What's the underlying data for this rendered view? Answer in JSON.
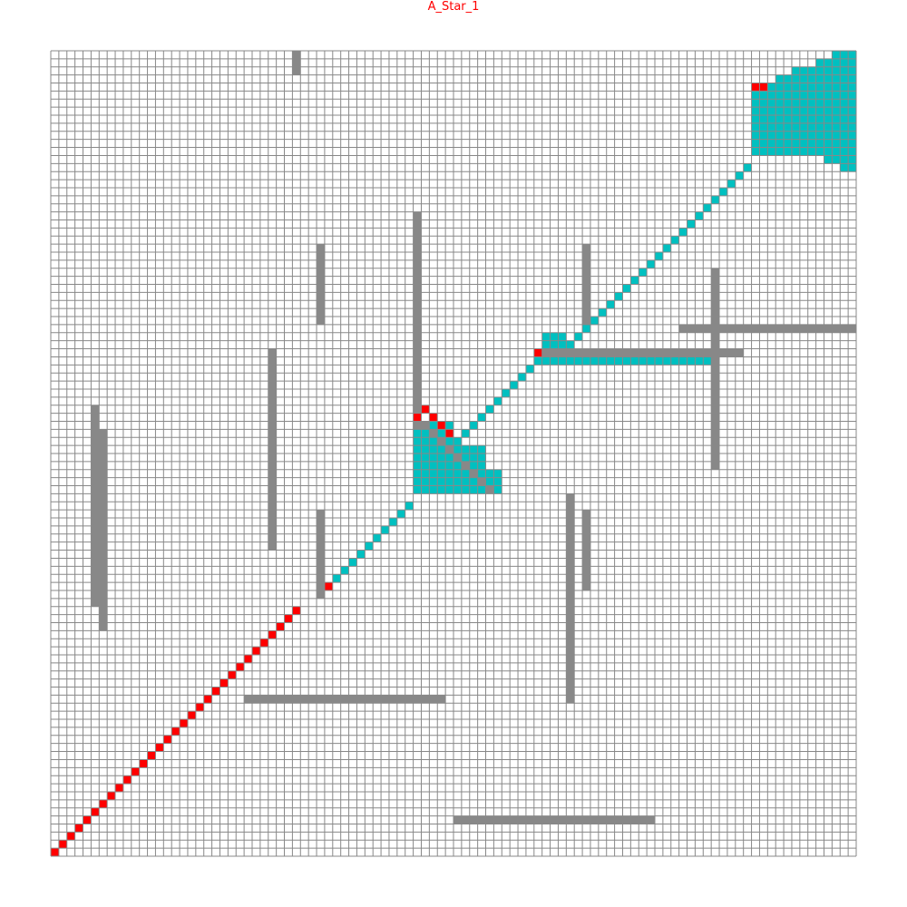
{
  "title": "A_Star_1",
  "colors": {
    "grid_line": "#888888",
    "free_cell": "#ffffff",
    "obstacle": "#888888",
    "explored": "#00c0c0",
    "path": "#ff0000",
    "title": "#ff0000"
  },
  "grid": {
    "columns": 100,
    "rows": 100
  },
  "obstacles": [
    {
      "col": 30,
      "row_start": 0,
      "row_end": 2
    },
    {
      "col": 45,
      "row_start": 20,
      "row_end": 45
    },
    {
      "col": 33,
      "row_start": 24,
      "row_end": 33
    },
    {
      "col": 66,
      "row_start": 24,
      "row_end": 33
    },
    {
      "col": 82,
      "row_start": 27,
      "row_end": 51
    },
    {
      "row": 34,
      "col_start": 78,
      "col_end": 99
    },
    {
      "row": 37,
      "col_start": 60,
      "col_end": 85
    },
    {
      "col": 27,
      "row_start": 37,
      "row_end": 61
    },
    {
      "col": 5,
      "row_start": 44,
      "row_end": 68
    },
    {
      "col": 6,
      "row_start": 47,
      "row_end": 71
    },
    {
      "col": 33,
      "row_start": 57,
      "row_end": 67
    },
    {
      "col": 64,
      "row_start": 55,
      "row_end": 80
    },
    {
      "col": 66,
      "row_start": 57,
      "row_end": 66
    },
    {
      "row": 80,
      "col_start": 24,
      "col_end": 48
    },
    {
      "row": 95,
      "col_start": 50,
      "col_end": 74
    }
  ],
  "explored_regions": [
    {
      "rows": [
        0,
        1
      ],
      "col_start": 97,
      "col_end": 99
    },
    {
      "rows": [
        1,
        2
      ],
      "col_start": 95,
      "col_end": 99
    },
    {
      "rows": [
        2,
        3
      ],
      "col_start": 92,
      "col_end": 99
    },
    {
      "rows": [
        3,
        4
      ],
      "col_start": 90,
      "col_end": 99
    },
    {
      "rows": [
        4,
        5
      ],
      "col_start": 88,
      "col_end": 99
    },
    {
      "rows": [
        5,
        13
      ],
      "col_start": 87,
      "col_end": 99
    },
    {
      "rows": [
        13,
        14
      ],
      "col_start": 96,
      "col_end": 99
    },
    {
      "rows": [
        14,
        15
      ],
      "col_start": 98,
      "col_end": 99
    },
    {
      "rows": [
        37,
        39
      ],
      "col_start": 60,
      "col_end": 81
    },
    {
      "rows": [
        35,
        37
      ],
      "col_start": 61,
      "col_end": 63
    },
    {
      "rows": [
        46,
        49
      ],
      "col_start": 45,
      "col_end": 49
    },
    {
      "rows": [
        49,
        52
      ],
      "col_start": 45,
      "col_end": 53
    },
    {
      "rows": [
        52,
        55
      ],
      "col_start": 45,
      "col_end": 55
    }
  ],
  "explored_cells": [
    [
      86,
      14
    ],
    [
      85,
      15
    ],
    [
      84,
      16
    ],
    [
      83,
      17
    ],
    [
      82,
      18
    ],
    [
      81,
      19
    ],
    [
      80,
      20
    ],
    [
      79,
      21
    ],
    [
      78,
      22
    ],
    [
      77,
      23
    ],
    [
      76,
      24
    ],
    [
      75,
      25
    ],
    [
      74,
      26
    ],
    [
      73,
      27
    ],
    [
      72,
      28
    ],
    [
      71,
      29
    ],
    [
      70,
      30
    ],
    [
      69,
      31
    ],
    [
      68,
      32
    ],
    [
      67,
      33
    ],
    [
      66,
      34
    ],
    [
      65,
      35
    ],
    [
      64,
      36
    ],
    [
      59,
      39
    ],
    [
      58,
      40
    ],
    [
      57,
      41
    ],
    [
      56,
      42
    ],
    [
      55,
      43
    ],
    [
      54,
      44
    ],
    [
      53,
      45
    ],
    [
      52,
      46
    ],
    [
      51,
      47
    ],
    [
      50,
      48
    ],
    [
      44,
      56
    ],
    [
      43,
      57
    ],
    [
      42,
      58
    ],
    [
      41,
      59
    ],
    [
      40,
      60
    ],
    [
      39,
      61
    ],
    [
      38,
      62
    ],
    [
      37,
      63
    ],
    [
      36,
      64
    ],
    [
      35,
      65
    ],
    [
      34,
      66
    ],
    [
      33,
      67
    ]
  ],
  "path_cells": [
    [
      0,
      99
    ],
    [
      1,
      98
    ],
    [
      2,
      97
    ],
    [
      3,
      96
    ],
    [
      4,
      95
    ],
    [
      5,
      94
    ],
    [
      6,
      93
    ],
    [
      7,
      92
    ],
    [
      8,
      91
    ],
    [
      9,
      90
    ],
    [
      10,
      89
    ],
    [
      11,
      88
    ],
    [
      12,
      87
    ],
    [
      13,
      86
    ],
    [
      14,
      85
    ],
    [
      15,
      84
    ],
    [
      16,
      83
    ],
    [
      17,
      82
    ],
    [
      18,
      81
    ],
    [
      19,
      80
    ],
    [
      20,
      79
    ],
    [
      21,
      78
    ],
    [
      22,
      77
    ],
    [
      23,
      76
    ],
    [
      24,
      75
    ],
    [
      25,
      74
    ],
    [
      26,
      73
    ],
    [
      27,
      72
    ],
    [
      28,
      71
    ],
    [
      29,
      70
    ],
    [
      30,
      69
    ],
    [
      34,
      66
    ],
    [
      45,
      45
    ],
    [
      46,
      44
    ],
    [
      47,
      45
    ],
    [
      48,
      46
    ],
    [
      49,
      47
    ],
    [
      60,
      37
    ],
    [
      87,
      4
    ],
    [
      88,
      4
    ]
  ],
  "diagonal_obstacle_cells": [
    [
      45,
      46
    ],
    [
      46,
      46
    ],
    [
      47,
      47
    ],
    [
      48,
      48
    ],
    [
      49,
      49
    ],
    [
      50,
      50
    ],
    [
      51,
      51
    ],
    [
      52,
      52
    ],
    [
      53,
      53
    ],
    [
      54,
      54
    ]
  ]
}
